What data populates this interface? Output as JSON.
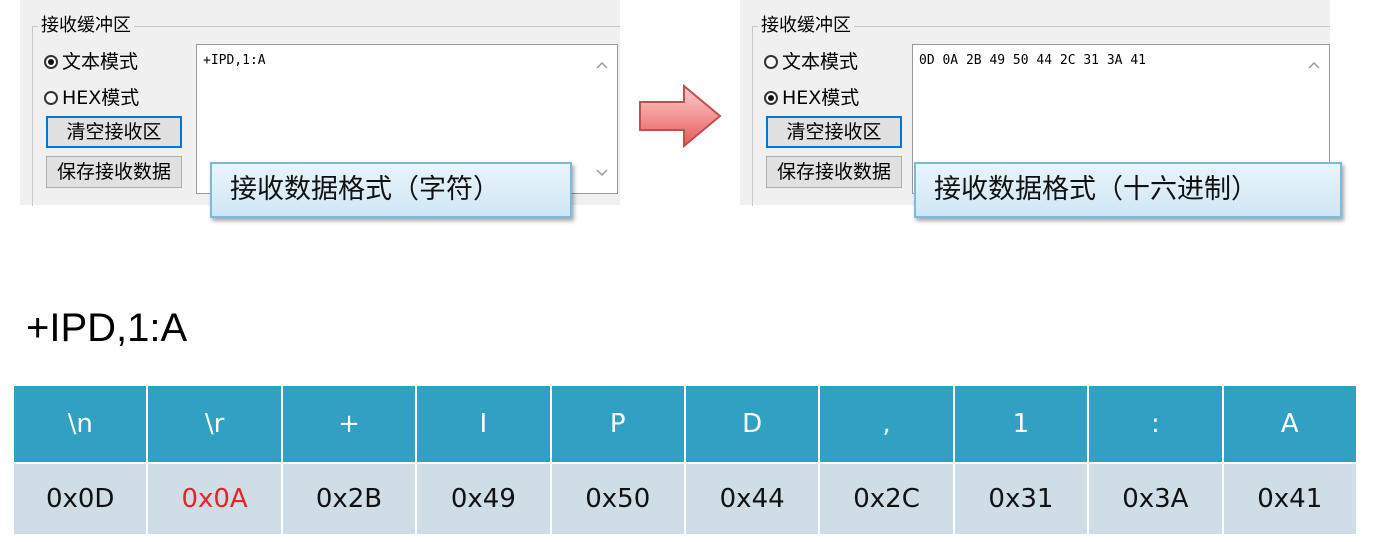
{
  "left_panel": {
    "group_title": "接收缓冲区",
    "radio_text": "文本模式",
    "radio_hex": "HEX模式",
    "selected_mode": "text",
    "clear_button": "清空接收区",
    "save_button": "保存接收数据",
    "received_text": "+IPD,1:A",
    "callout": "接收数据格式（字符）"
  },
  "right_panel": {
    "group_title": "接收缓冲区",
    "radio_text": "文本模式",
    "radio_hex": "HEX模式",
    "selected_mode": "hex",
    "clear_button": "清空接收区",
    "save_button": "保存接收数据",
    "received_text": "0D 0A 2B 49 50 44 2C 31 3A 41",
    "callout": "接收数据格式（十六进制）"
  },
  "sample_string": "+IPD,1:A",
  "byte_table": {
    "chars": [
      "\\n",
      "\\r",
      "+",
      "I",
      "P",
      "D",
      ",",
      "1",
      ":",
      "A"
    ],
    "hex": [
      "0x0D",
      "0x0A",
      "0x2B",
      "0x49",
      "0x50",
      "0x44",
      "0x2C",
      "0x31",
      "0x3A",
      "0x41"
    ],
    "highlight_color": "#e8212a",
    "header_color": "#32a0c2",
    "row_color": "#cfdde7"
  },
  "icons": {
    "arrow": "right-arrow-icon",
    "scroll_up": "scroll-up-icon",
    "scroll_down": "scroll-down-icon"
  }
}
